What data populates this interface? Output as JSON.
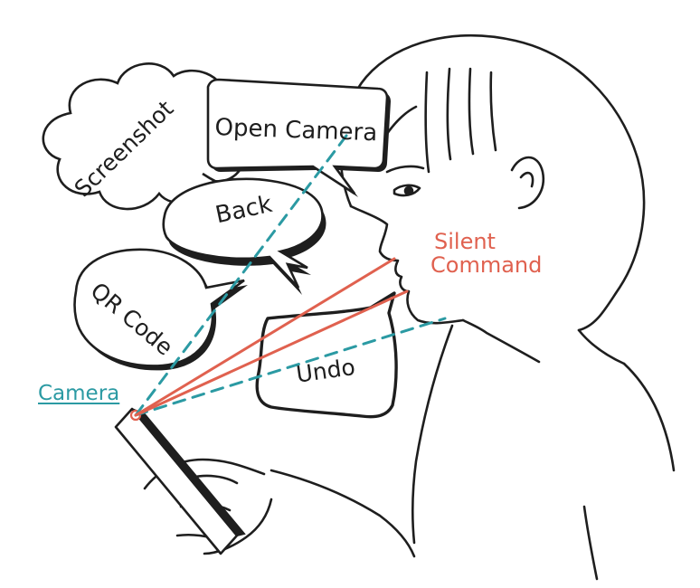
{
  "bubbles": {
    "open_camera": "Open Camera",
    "screenshot": "Screenshot",
    "back": "Back",
    "qr_code": "QR Code",
    "undo": "Undo"
  },
  "labels": {
    "camera": "Camera",
    "silent_command_line1": "Silent",
    "silent_command_line2": "Command"
  },
  "colors": {
    "ink": "#1e1e1e",
    "teal": "#2b9aa3",
    "coral": "#e0614f"
  }
}
